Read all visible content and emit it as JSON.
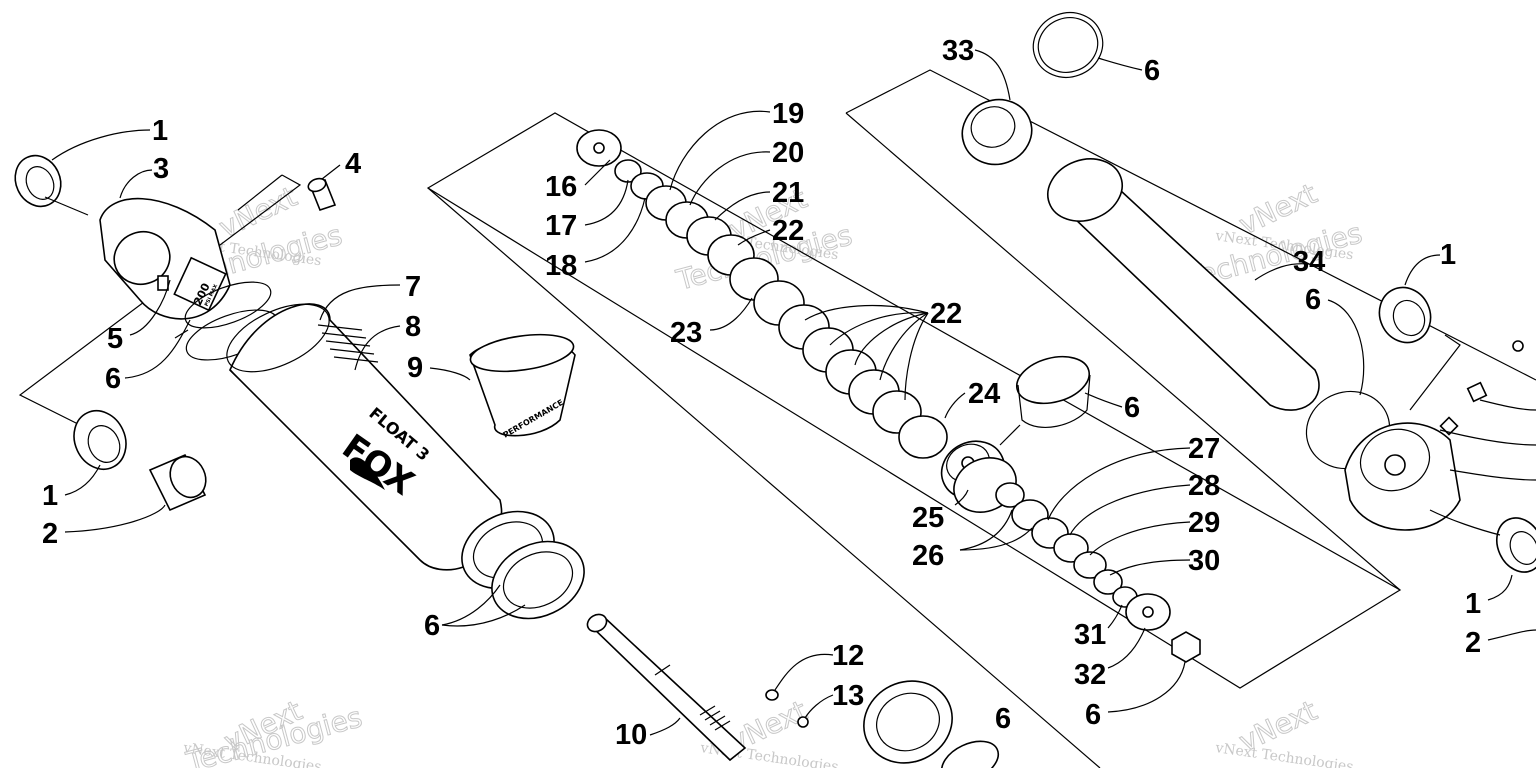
{
  "diagram": {
    "callouts": [
      "1",
      "3",
      "4",
      "5",
      "6",
      "1",
      "2",
      "7",
      "8",
      "9",
      "6",
      "10",
      "12",
      "13",
      "16",
      "17",
      "18",
      "19",
      "20",
      "21",
      "22",
      "23",
      "22",
      "24",
      "25",
      "26",
      "6",
      "27",
      "28",
      "29",
      "30",
      "31",
      "32",
      "6",
      "6",
      "33",
      "6",
      "34",
      "1",
      "6",
      "1",
      "2"
    ],
    "part_markings": {
      "float": "FLOAT 3",
      "brand": "FOX",
      "psi": "200",
      "psi_unit": "PSI MAX",
      "ring_text": "PERFORMANCE"
    },
    "watermark": {
      "company": "vNext Technologies",
      "big_word_1": "vNext",
      "big_word_2": "Technologies"
    }
  }
}
